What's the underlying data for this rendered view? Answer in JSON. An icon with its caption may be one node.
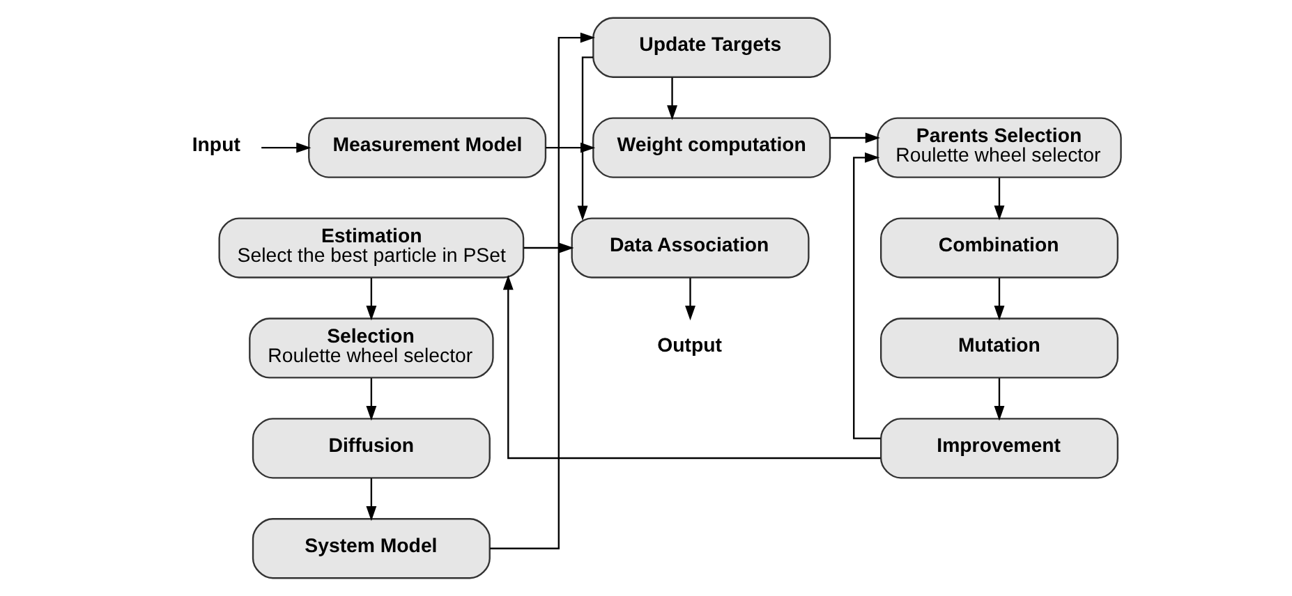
{
  "diagram": {
    "nodes": [
      {
        "text": [
          "Input"
        ]
      },
      {
        "text": [
          "Measurement Model"
        ]
      },
      {
        "text": [
          "Update Targets"
        ]
      },
      {
        "text": [
          "Weight computation"
        ]
      },
      {
        "text": [
          "Parents Selection",
          "Roulette wheel selector"
        ]
      },
      {
        "text": [
          "Data Association"
        ]
      },
      {
        "text": [
          "Estimation",
          "Select the best particle in PSet"
        ]
      },
      {
        "text": [
          "Combination"
        ]
      },
      {
        "text": [
          "Mutation"
        ]
      },
      {
        "text": [
          "Output"
        ]
      },
      {
        "text": [
          "Selection",
          "Roulette wheel selector"
        ]
      },
      {
        "text": [
          "Improvement"
        ]
      },
      {
        "text": [
          "Diffusion"
        ]
      },
      {
        "text": [
          "System Model"
        ]
      }
    ],
    "edges": [
      {
        "from": 0,
        "to": 1,
        "arrow": "to"
      },
      {
        "from": 1,
        "to": 3,
        "arrow": "to"
      },
      {
        "from": 2,
        "to": 3,
        "arrow": "to"
      },
      {
        "from": 3,
        "to": 4,
        "arrow": "to"
      },
      {
        "from": 4,
        "to": 7,
        "arrow": "to"
      },
      {
        "from": 7,
        "to": 8,
        "arrow": "to"
      },
      {
        "from": 8,
        "to": 11,
        "arrow": "to"
      },
      {
        "from": 11,
        "to": 4,
        "arrow": "to"
      },
      {
        "from": 11,
        "to": 6,
        "arrow": "to"
      },
      {
        "from": 6,
        "to": 5,
        "arrow": "to"
      },
      {
        "from": 5,
        "to": 9,
        "arrow": "to"
      },
      {
        "from": 6,
        "to": 10,
        "arrow": "to"
      },
      {
        "from": 10,
        "to": 12,
        "arrow": "to"
      },
      {
        "from": 12,
        "to": 13,
        "arrow": "to"
      },
      {
        "from": 13,
        "to": 2,
        "arrow": "to"
      },
      {
        "from": 2,
        "to": 5,
        "arrow": "to"
      }
    ]
  }
}
